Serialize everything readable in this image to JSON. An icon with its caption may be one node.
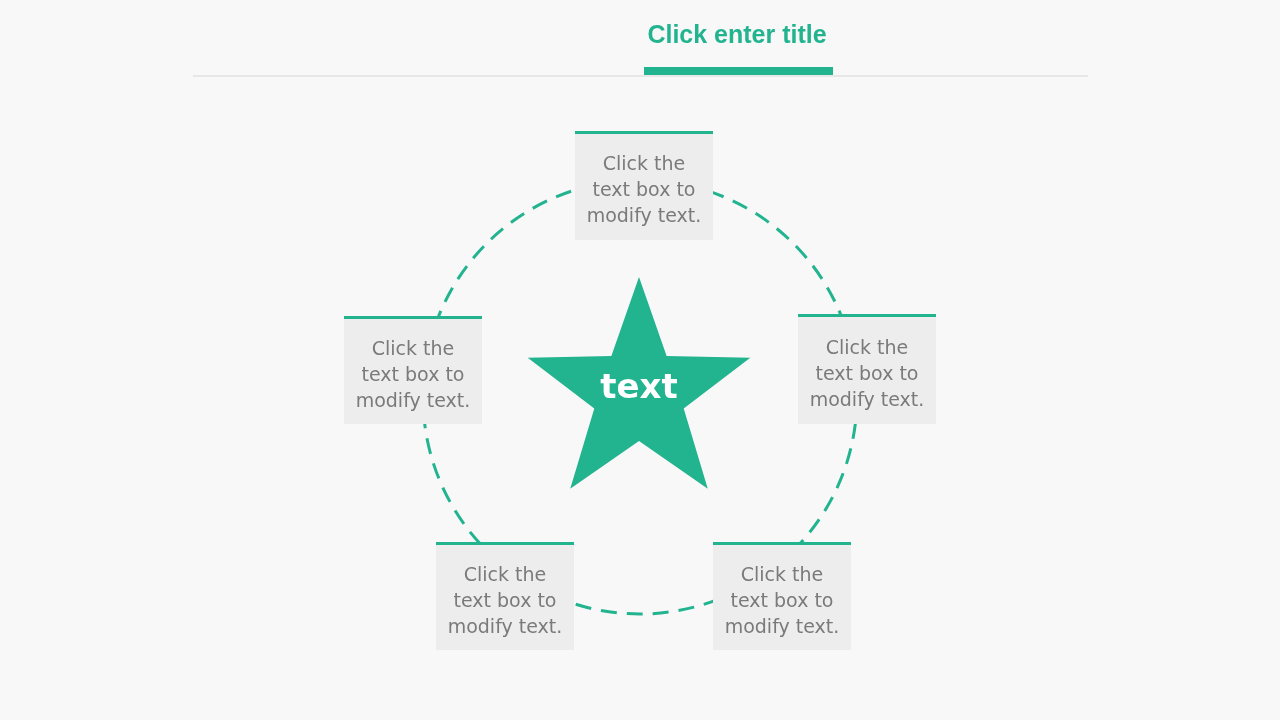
{
  "diagram": {
    "title": "Click enter title",
    "nodes": [
      {
        "text": [
          "Click the text box to modify text."
        ]
      },
      {
        "text": [
          "Click the text box to modify text."
        ]
      },
      {
        "text": [
          "text"
        ]
      },
      {
        "text": [
          "Click the text box to modify text."
        ]
      },
      {
        "text": [
          "Click the text box to modify text."
        ]
      },
      {
        "text": [
          "Click the text box to modify text."
        ]
      }
    ],
    "edges": []
  }
}
